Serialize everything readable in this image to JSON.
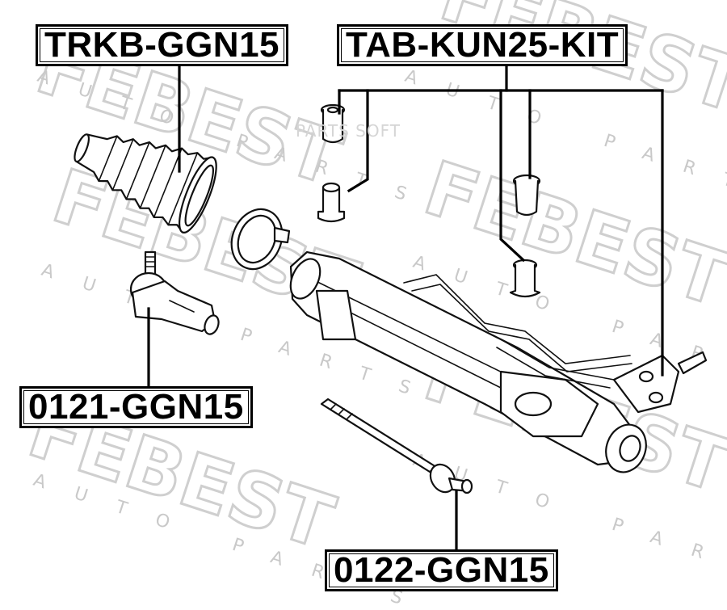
{
  "labels": {
    "boot": "TRKB-GGN15",
    "bushing_kit": "TAB-KUN25-KIT",
    "tie_rod_end": "0121-GGN15",
    "tie_rod": "0122-GGN15"
  },
  "watermark": {
    "brand": "FEBEST",
    "tagline": "AUTO PARTS",
    "site": "PARTS SOFT"
  },
  "colors": {
    "ink": "#000000",
    "watermark": "#cfcfcf",
    "background": "#ffffff"
  }
}
